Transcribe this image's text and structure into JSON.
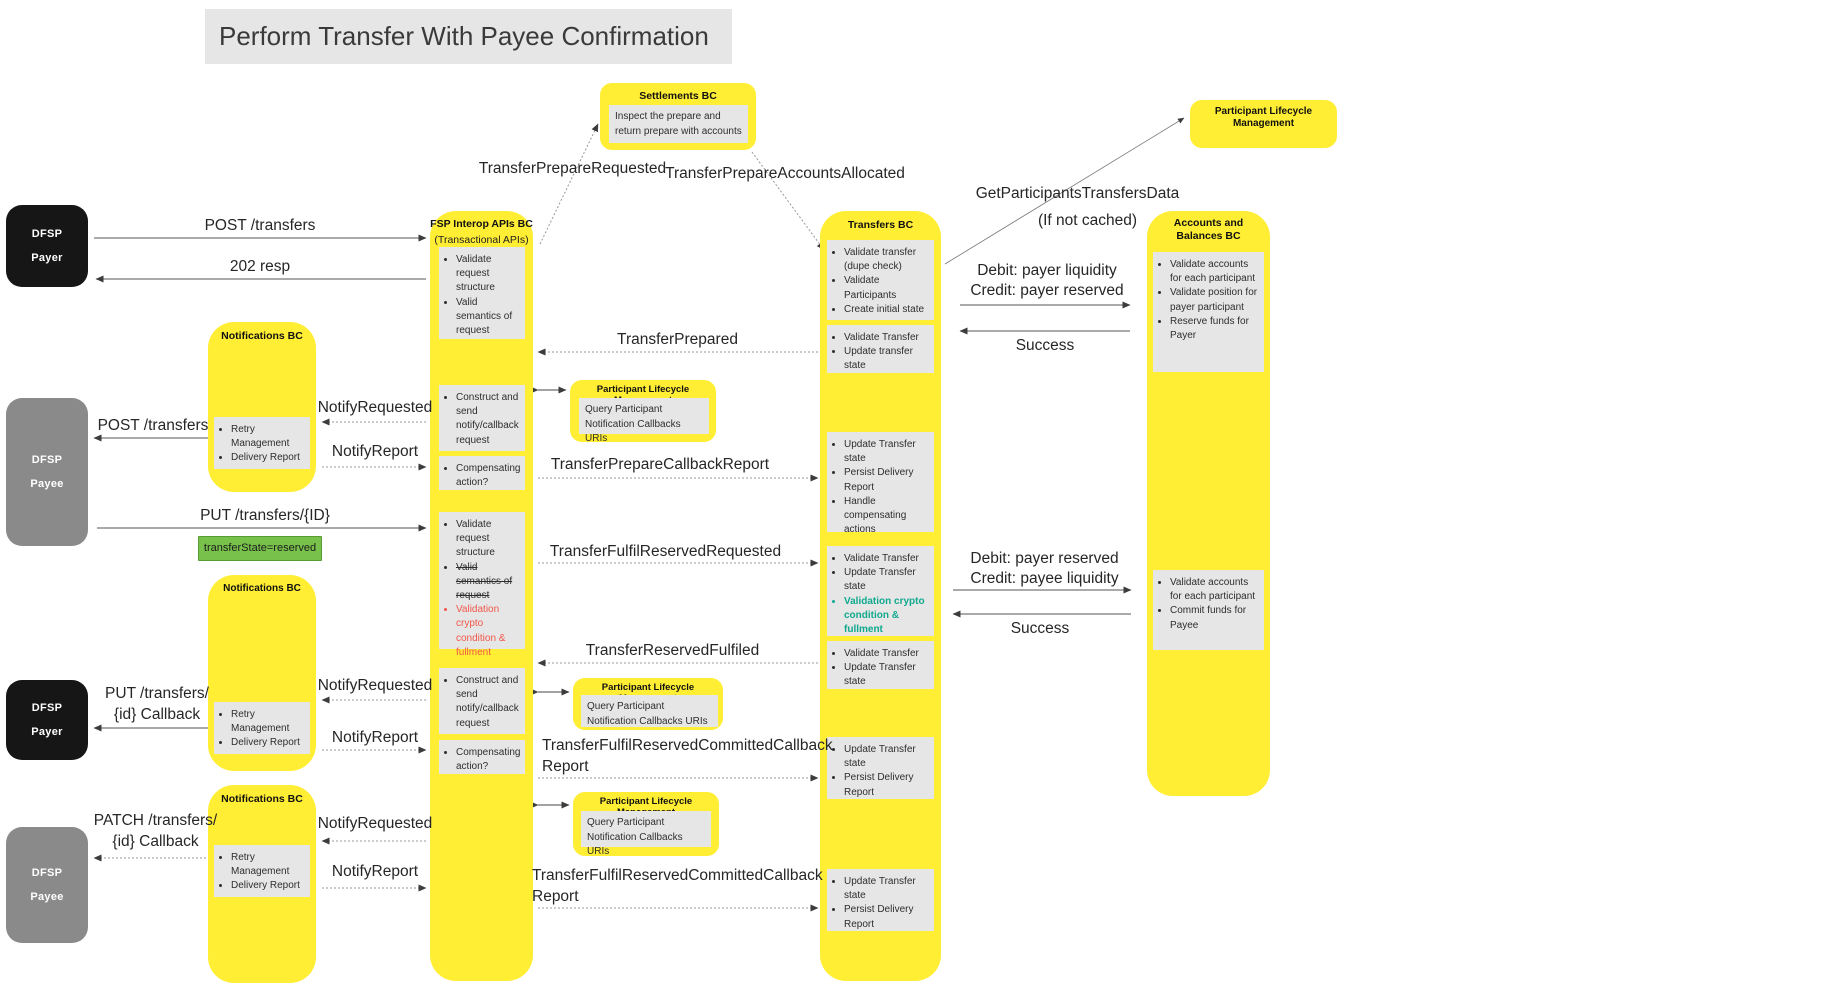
{
  "title": "Perform Transfer With Payee Confirmation",
  "colors": {
    "node_yellow": "#ffee33",
    "note_gray": "#e6e6e6",
    "actor_black": "#161616",
    "actor_gray": "#8a8a8a",
    "state_green_fill": "#78c14b",
    "invalid_red_text": "#f25749",
    "valid_green_text": "#10a98e"
  },
  "actors": {
    "dfsp": "DFSP",
    "payer": "Payer",
    "payee": "Payee"
  },
  "settlements": {
    "title": "Settlements BC",
    "note": "Inspect the prepare and return prepare with accounts"
  },
  "plm_top": {
    "title": "Participant Lifecycle Management"
  },
  "plm_inner": {
    "title": "Participant Lifecycle Management",
    "note": "Query Participant Notification Callbacks URIs"
  },
  "fsp": {
    "title": "FSP Interop APIs BC",
    "subtitle": "(Transactional APIs)",
    "box1": [
      "Validate request structure",
      "Valid semantics of request"
    ],
    "box2": [
      "Construct and send notify/callback request"
    ],
    "box3": [
      "Compensating action?"
    ],
    "box4": [
      "Validate request structure",
      "Valid semantics of request",
      "Validation crypto condition & fullment"
    ],
    "box5": [
      "Construct and send notify/callback request"
    ],
    "box6": [
      "Compensating action?"
    ]
  },
  "transfers": {
    "title": "Transfers BC",
    "box1": [
      "Validate transfer (dupe check)",
      "Validate Participants",
      "Create initial state"
    ],
    "box2": [
      "Validate Transfer",
      "Update transfer state"
    ],
    "box3": [
      "Update Transfer state",
      "Persist Delivery Report",
      "Handle compensating actions"
    ],
    "box4": [
      "Validate Transfer",
      "Update Transfer state",
      "Validation crypto condition & fullment"
    ],
    "box5": [
      "Validate Transfer",
      "Update Transfer state"
    ],
    "box6": [
      "Update Transfer state",
      "Persist Delivery Report"
    ],
    "box7": [
      "Update Transfer state",
      "Persist Delivery Report"
    ]
  },
  "accounts": {
    "title": "Accounts and Balances BC",
    "box1": [
      "Validate accounts for each participant",
      "Validate position for payer participant",
      "Reserve funds for Payer"
    ],
    "box2": [
      "Validate accounts for each participant",
      "Commit funds for Payee"
    ]
  },
  "notifications": {
    "title": "Notifications BC",
    "items": [
      "Retry Management",
      "Delivery Report"
    ]
  },
  "messages": {
    "post_transfers": "POST /transfers",
    "resp_202": "202 resp",
    "transfer_prepare_requested": "TransferPrepareRequested",
    "transfer_prepare_accounts_allocated": "TransferPrepareAccountsAllocated",
    "get_participants_transfers_data": "GetParticipantsTransfersData",
    "if_not_cached": "(If not cached)",
    "debit_payer_liquidity": "Debit: payer liquidity",
    "credit_payer_reserved": "Credit: payer reserved",
    "success": "Success",
    "transfer_prepared": "TransferPrepared",
    "notify_requested": "NotifyRequested",
    "notify_report": "NotifyReport",
    "transfer_prepare_callback_report": "TransferPrepareCallbackReport",
    "put_transfers_id": "PUT /transfers/{ID}",
    "transfer_state_reserved": "transferState=reserved",
    "transfer_fulfil_reserved_requested": "TransferFulfilReservedRequested",
    "debit_payer_reserved": "Debit: payer reserved",
    "credit_payee_liquidity": "Credit: payee liquidity",
    "transfer_reserved_fulfiled": "TransferReservedFulfiled",
    "put_callback_l1": "PUT /transfers/",
    "patch_callback_l1": "PATCH /transfers/",
    "callback_l2": "{id} Callback",
    "tfrcc_l1": "TransferFulfilReservedCommittedCallback",
    "tfrcc_l2": "Report"
  }
}
